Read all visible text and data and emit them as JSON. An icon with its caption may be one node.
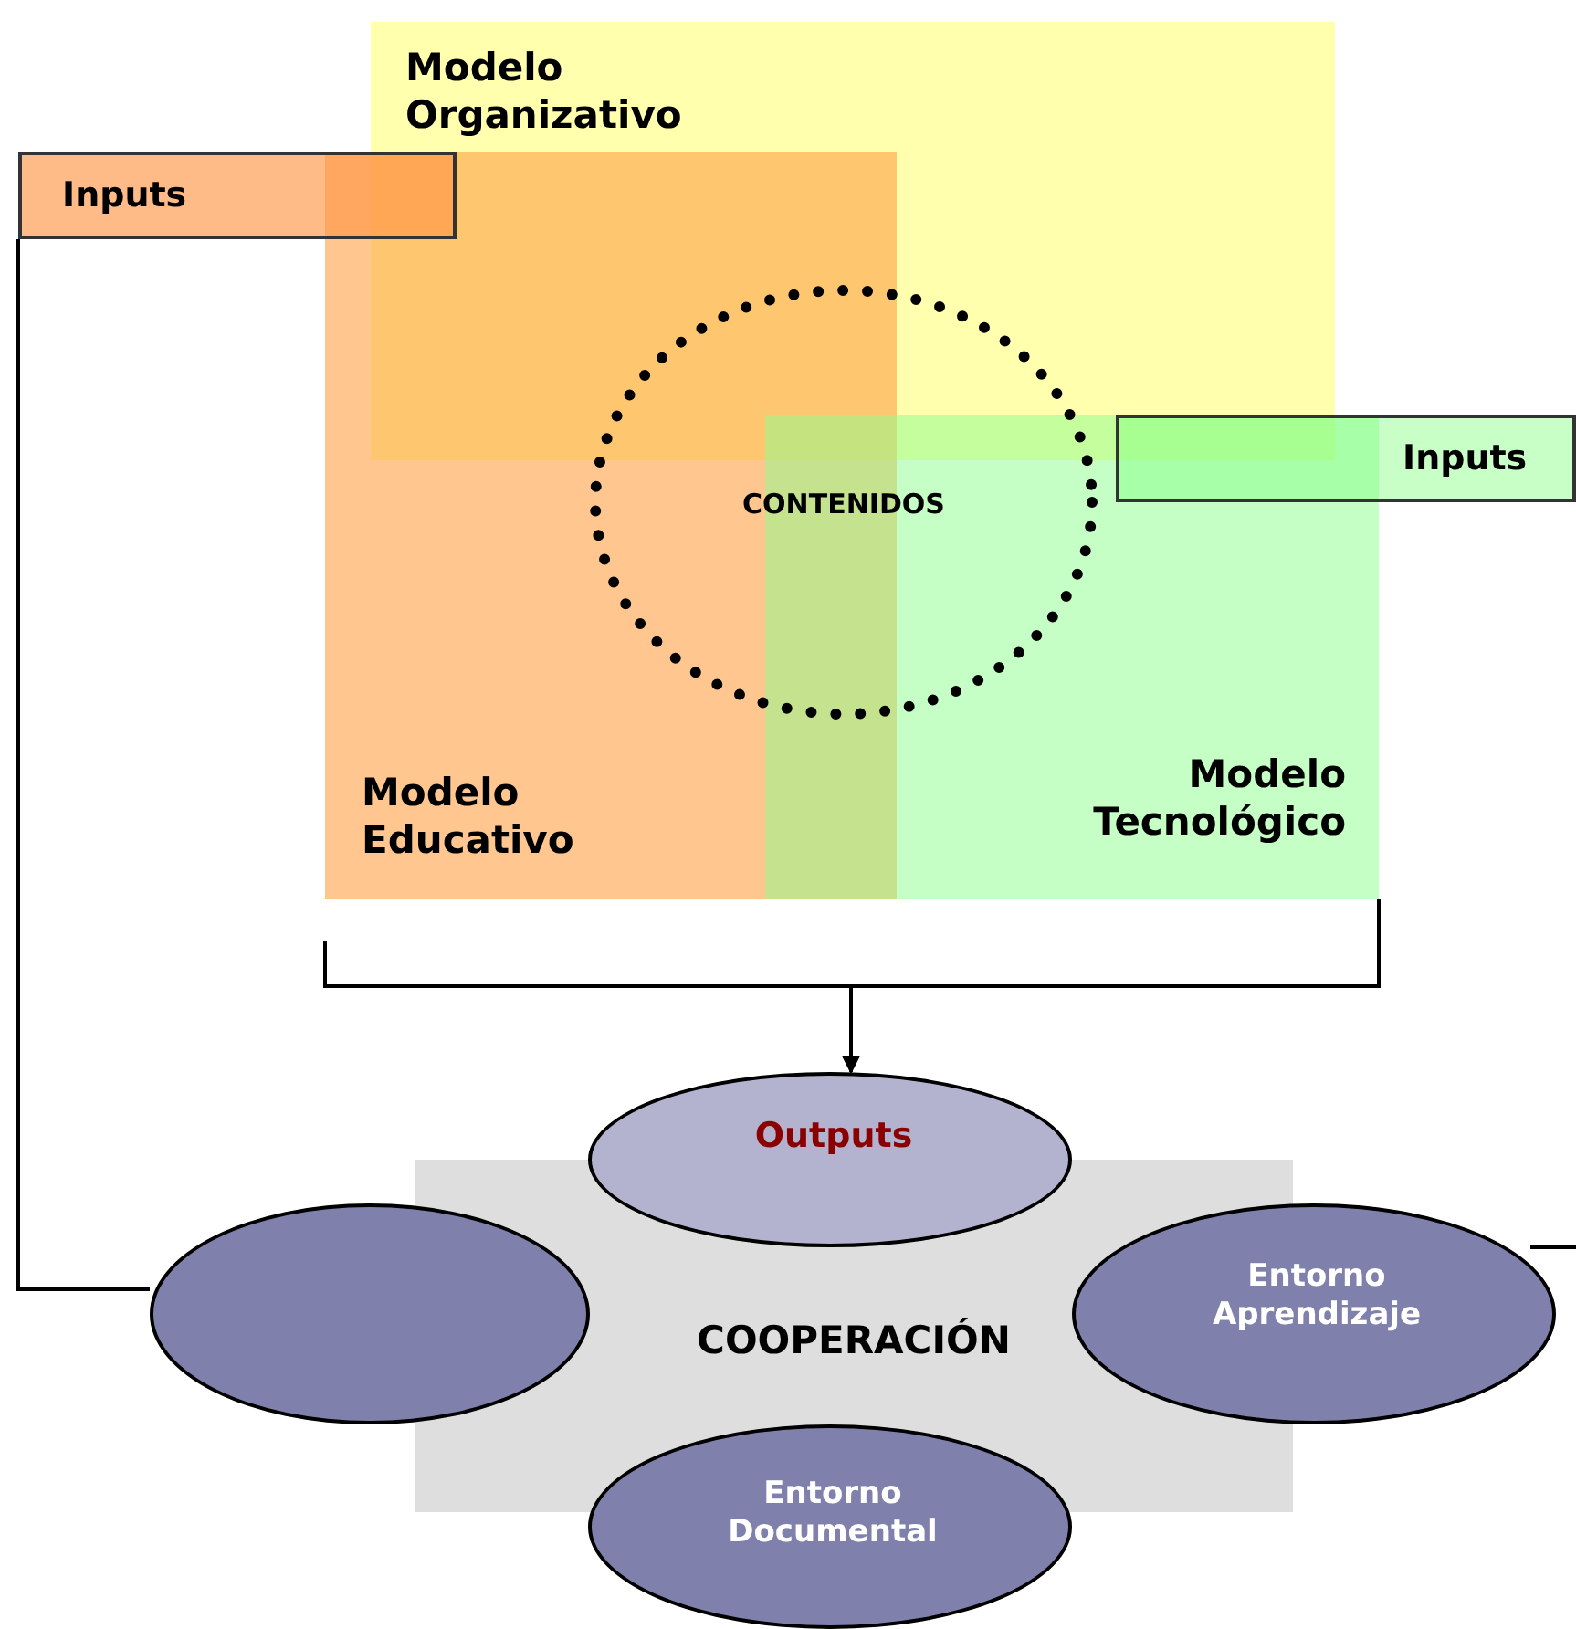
{
  "diagram": {
    "nodes": [
      {
        "text": [
          "Modelo Organizativo"
        ]
      },
      {
        "text": [
          "Modelo Educativo"
        ]
      },
      {
        "text": [
          "Modelo Tecnológico"
        ]
      },
      {
        "text": [
          "CONTENIDOS"
        ]
      },
      {
        "text": [
          "Inputs"
        ]
      },
      {
        "text": [
          "Inputs"
        ]
      },
      {
        "text": [
          "COOPERACIÓN"
        ]
      },
      {
        "text": [
          "Outputs"
        ]
      },
      {
        "text": [],
        "shape": "ellipse"
      },
      {
        "text": [
          "Entorno Aprendizaje"
        ]
      },
      {
        "text": [
          "Entorno Documental"
        ]
      }
    ],
    "edges": [
      {
        "from": 4,
        "to": 8,
        "arrow": "none"
      },
      {
        "from": 1,
        "to": 7,
        "arrow": "to"
      },
      {
        "from": 2,
        "to": 7,
        "arrow": "to"
      },
      {
        "from": 9,
        "to": null,
        "arrow": "none"
      }
    ]
  }
}
